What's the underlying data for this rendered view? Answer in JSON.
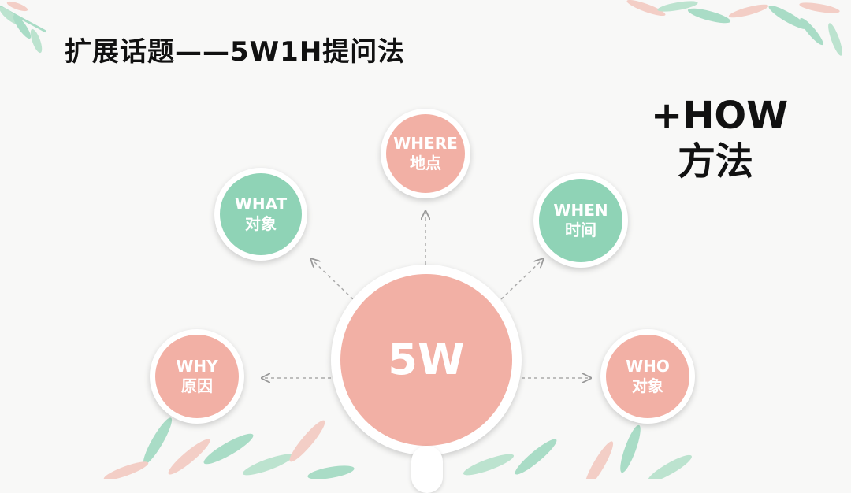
{
  "title": "扩展话题——5W1H提问法",
  "extra": {
    "line1": "+HOW",
    "line2": "方法"
  },
  "center": {
    "label": "5W",
    "color": "#f2b0a5"
  },
  "nodes": {
    "where": {
      "en": "WHERE",
      "zh": "地点",
      "color": "#f2b0a5"
    },
    "what": {
      "en": "WHAT",
      "zh": "对象",
      "color": "#8fd3b6"
    },
    "when": {
      "en": "WHEN",
      "zh": "时间",
      "color": "#8fd3b6"
    },
    "why": {
      "en": "WHY",
      "zh": "原因",
      "color": "#f2b0a5"
    },
    "who": {
      "en": "WHO",
      "zh": "对象",
      "color": "#f2b0a5"
    }
  },
  "colors": {
    "pink": "#f2b0a5",
    "green": "#8fd3b6",
    "leaf_green": "#7cc9a4",
    "leaf_pink": "#f2a99c"
  }
}
